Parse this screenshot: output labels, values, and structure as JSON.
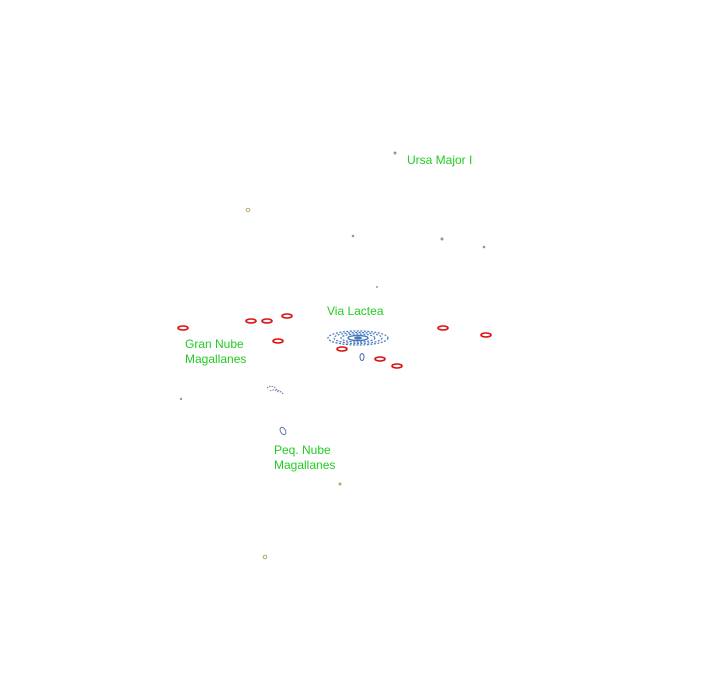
{
  "labels": {
    "ursa_major": "Ursa Major I",
    "via_lactea": "Via Lactea",
    "gran_nube": [
      "Gran Nube",
      "Magallanes"
    ],
    "peq_nube": [
      "Peq. Nube",
      "Magallanes"
    ]
  },
  "colors": {
    "label": "#22cc22",
    "galaxy": "#4477bb",
    "orbit_marker": "#dd1111",
    "dwarf": "#999988",
    "cloud": "#6677aa"
  }
}
